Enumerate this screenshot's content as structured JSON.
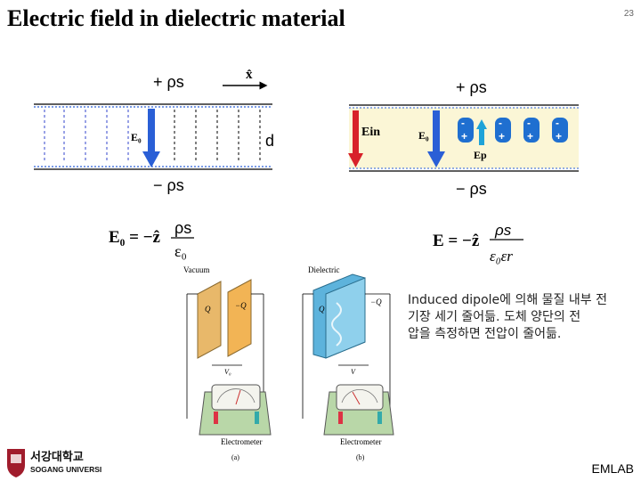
{
  "title": "Electric field in dielectric material",
  "page_number": "23",
  "footer": "EMLAB",
  "note_lines": [
    "Induced dipole에 의해 물질 내부 전",
    "기장 세기 줄어듦. 도체 양단의 전",
    "압을 측정하면 전압이 줄어듦."
  ],
  "left_diagram": {
    "top_charge": "+ ρs",
    "bottom_charge": "− ρs",
    "x_hat": "x̂",
    "field_label": "E₀",
    "distance_label": "d",
    "equation_lhs": "E₀ = −ẑ",
    "equation_num": "ρs",
    "equation_den": "ε₀"
  },
  "right_diagram": {
    "top_charge": "+ ρs",
    "bottom_charge": "− ρs",
    "field_in_label": "Ein",
    "field_label": "E₀",
    "polarization_label": "Ep",
    "equation_lhs": "E = −ẑ",
    "equation_num": "ρs",
    "equation_den": "ε₀εr"
  },
  "electrometer_fig": {
    "vacuum_label": "Vacuum",
    "dielectric_label": "Dielectric",
    "charge_pos": "Q",
    "charge_neg": "−Q",
    "v0_label": "V₀",
    "v_label": "V",
    "meter_label": "Electrometer",
    "caption_a": "(a)",
    "caption_b": "(b)"
  },
  "logo": {
    "korean": "서강대학교",
    "english": "SOGANG UNIVERSITY"
  },
  "colors": {
    "field_arrow": "#2a5fd6",
    "ein_arrow": "#d8222a",
    "dielectric_fill": "#fbf6d6",
    "dashed_line": "#3344cc",
    "dipole_fill": "#1f6fd0",
    "ep_arrow": "#1fa3d8"
  }
}
